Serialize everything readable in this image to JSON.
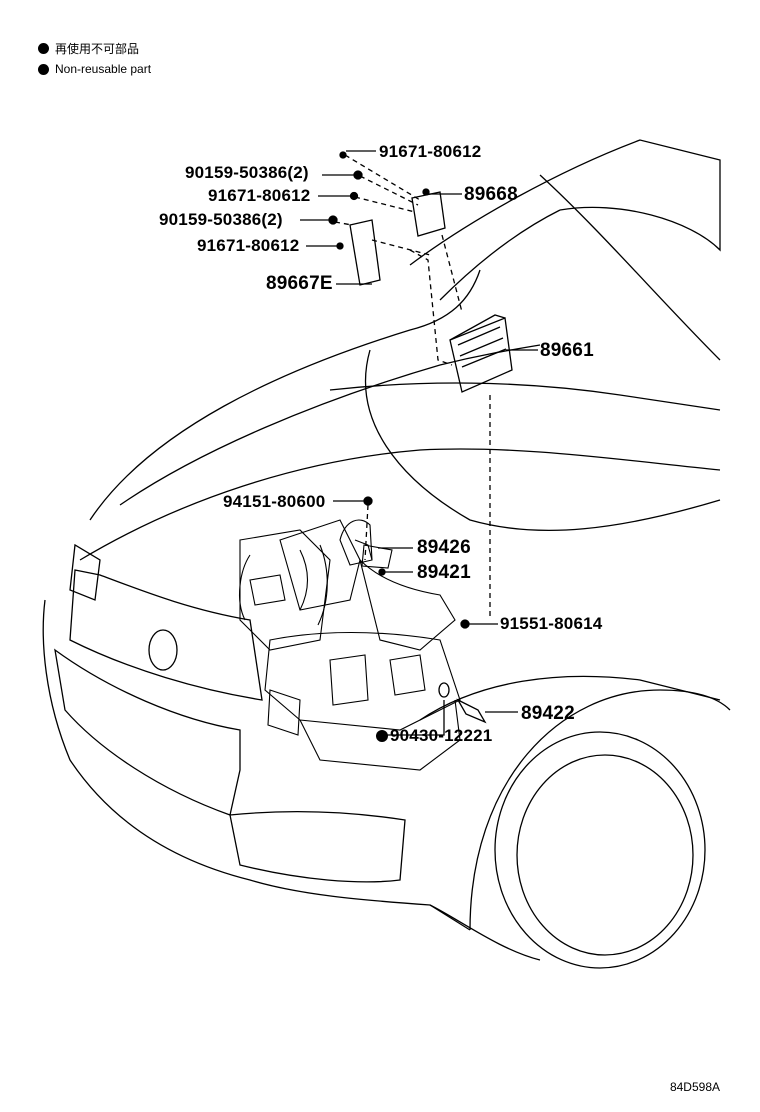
{
  "legend": {
    "line1": "再使用不可部品",
    "line2": "Non-reusable part"
  },
  "parts": {
    "p1": "91671-80612",
    "p2": "90159-50386(2)",
    "p3": "91671-80612",
    "p4": "90159-50386(2)",
    "p5": "91671-80612",
    "p6": "89667E",
    "p7": "89668",
    "p8": "89661",
    "p9": "94151-80600",
    "p10": "89426",
    "p11": "89421",
    "p12": "91551-80614",
    "p13": "89422",
    "p14": "90430-12221"
  },
  "diagram_code": "84D598A"
}
